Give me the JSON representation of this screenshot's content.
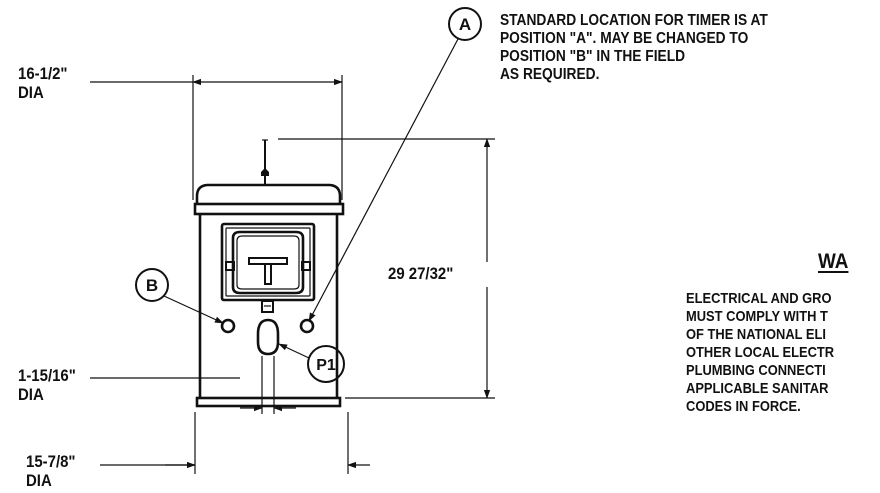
{
  "timer_note": "STANDARD LOCATION FOR TIMER IS AT\nPOSITION \"A\". MAY BE CHANGED TO\nPOSITION \"B\" IN THE FIELD\nAS REQUIRED.",
  "callouts": {
    "a": "A",
    "b": "B",
    "p1": "P1"
  },
  "dimensions": {
    "top_dia": "16-1/2\"\nDIA",
    "height": "29 27/32\"",
    "pipe_dia": "1-15/16\"\nDIA",
    "base_dia": "15-7/8\"\nDIA"
  },
  "warning": {
    "title": "WA",
    "text": "ELECTRICAL AND GRO\nMUST COMPLY WITH T\nOF THE NATIONAL ELI\nOTHER LOCAL ELECTR\nPLUMBING CONNECTI\nAPPLICABLE SANITAR\nCODES IN FORCE."
  }
}
